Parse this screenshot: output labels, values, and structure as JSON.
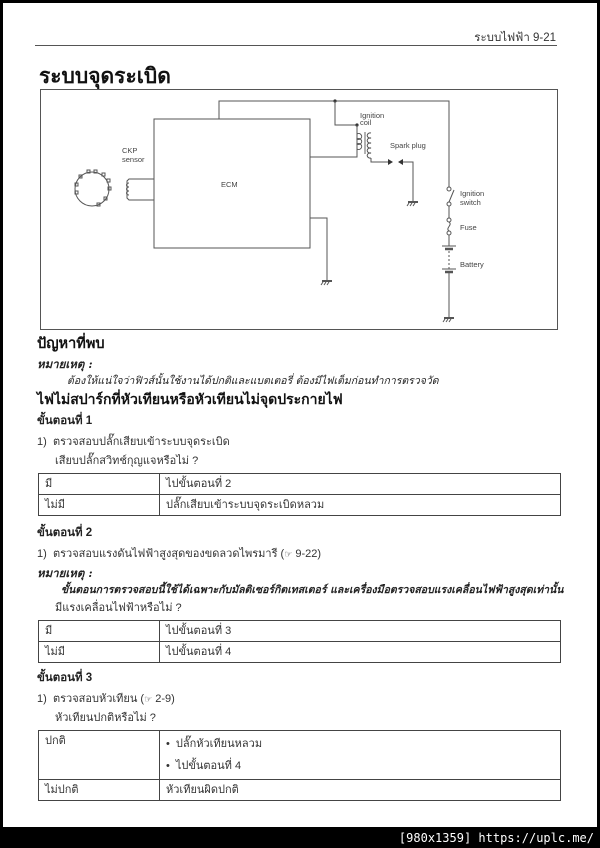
{
  "header": {
    "running_head": "ระบบไฟฟ้า 9-21",
    "title": "ระบบจุดระเบิด"
  },
  "diagram": {
    "labels": {
      "ckp_sensor_1": "CKP",
      "ckp_sensor_2": "sensor",
      "ecm": "ECM",
      "ignition_coil_1": "Ignition",
      "ignition_coil_2": "coil",
      "spark_plug": "Spark plug",
      "ignition_switch_1": "Ignition",
      "ignition_switch_2": "switch",
      "fuse": "Fuse",
      "battery": "Battery"
    }
  },
  "problem": {
    "heading": "ปัญหาที่พบ",
    "note_label": "หมายเหตุ :",
    "note_text": "ต้องให้แน่ใจว่าฟิวส์นั้นใช้งานได้ปกติและแบตเตอรี่ ต้องมีไฟเต็มก่อนทำการตรวจวัด",
    "symptom": "ไฟไม่สปาร์กที่หัวเทียนหรือหัวเทียนไม่จุดประกายไฟ"
  },
  "steps": [
    {
      "title": "ขั้นตอนที่ 1",
      "item_num": "1)",
      "item_text": "ตรวจสอบปลั๊กเสียบเข้าระบบจุดระเบิด",
      "question": "เสียบปลั๊กสวิทช์กุญแจหรือไม่ ?",
      "table": [
        {
          "condition": "มี",
          "action": "ไปขั้นตอนที่ 2"
        },
        {
          "condition": "ไม่มี",
          "action": "ปลั๊กเสียบเข้าระบบจุดระเบิดหลวม"
        }
      ]
    },
    {
      "title": "ขั้นตอนที่ 2",
      "item_num": "1)",
      "item_text": "ตรวจสอบแรงดันไฟฟ้าสูงสุดของขดลวดไพรมารี (",
      "ref_icon": "☞",
      "ref": "9-22)",
      "note_label": "หมายเหตุ :",
      "note_text": "ขั้นตอนการตรวจสอบนี้ใช้ได้เฉพาะกับมัลติเซอร์กิตเทสเตอร์ และเครื่องมือตรวจสอบแรงเคลื่อนไฟฟ้าสูงสุดเท่านั้น",
      "question": "มีแรงเคลื่อนไฟฟ้าหรือไม่ ?",
      "table": [
        {
          "condition": "มี",
          "action": "ไปขั้นตอนที่ 3"
        },
        {
          "condition": "ไม่มี",
          "action": "ไปขั้นตอนที่ 4"
        }
      ]
    },
    {
      "title": "ขั้นตอนที่ 3",
      "item_num": "1)",
      "item_text": "ตรวจสอบหัวเทียน (",
      "ref_icon": "☞",
      "ref": "2-9)",
      "question": "หัวเทียนปกติหรือไม่ ?",
      "table": [
        {
          "condition": "ปกติ",
          "actions": [
            "ปลั๊กหัวเทียนหลวม",
            "ไปขั้นตอนที่ 4"
          ]
        },
        {
          "condition": "ไม่ปกติ",
          "action": "หัวเทียนผิดปกติ"
        }
      ]
    }
  ],
  "watermark": "[980x1359] https://uplc.me/"
}
